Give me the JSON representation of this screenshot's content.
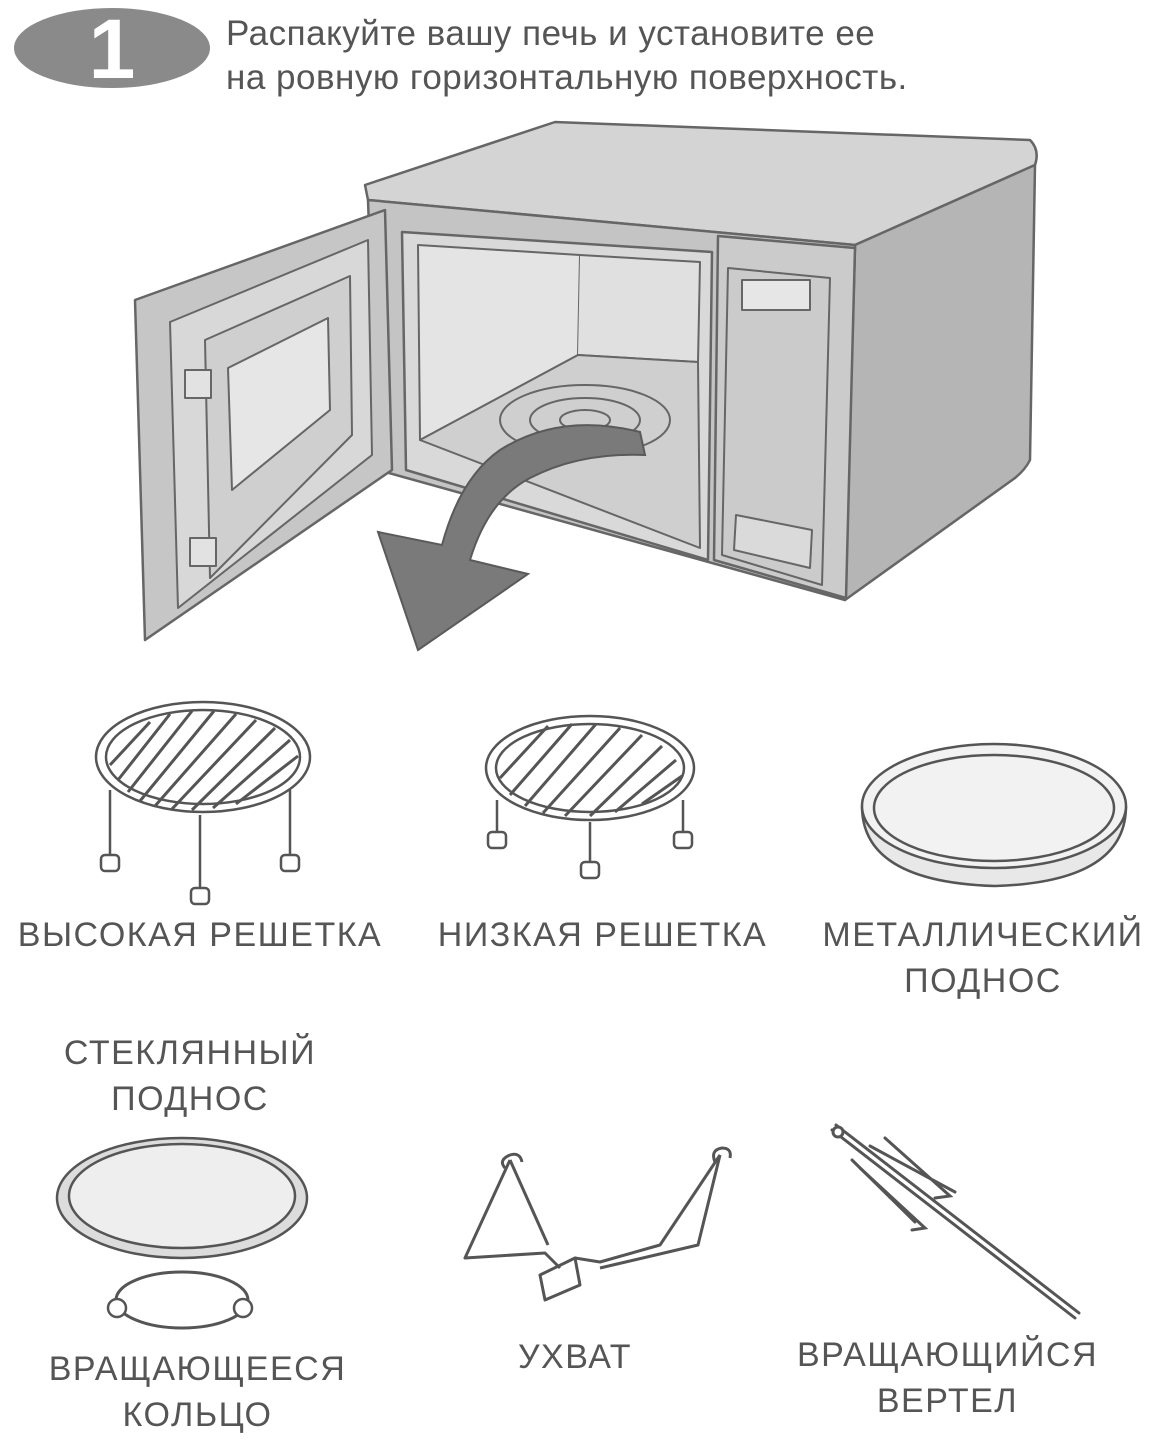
{
  "step": {
    "number": "1",
    "line1": "Распакуйте вашу печь и установите ее",
    "line2": "на ровную горизонтальную поверхность."
  },
  "accessories": {
    "high_rack": "ВЫСОКАЯ РЕШЕТКА",
    "low_rack": "НИЗКАЯ РЕШЕТКА",
    "metal_tray_line1": "МЕТАЛЛИЧЕСКИЙ",
    "metal_tray_line2": "ПОДНОС",
    "glass_tray_line1": "СТЕКЛЯННЫЙ",
    "glass_tray_line2": "ПОДНОС",
    "rotating_ring_line1": "ВРАЩАЮЩЕЕСЯ",
    "rotating_ring_line2": "КОЛЬЦО",
    "grip": "УХВАТ",
    "spit_line1": "ВРАЩАЮЩИЙСЯ",
    "spit_line2": "ВЕРТЕЛ"
  },
  "colors": {
    "badge": "#8a8a8a",
    "text": "#555555",
    "oven_body": "#c8c8c8",
    "arrow": "#7a7a7a"
  }
}
